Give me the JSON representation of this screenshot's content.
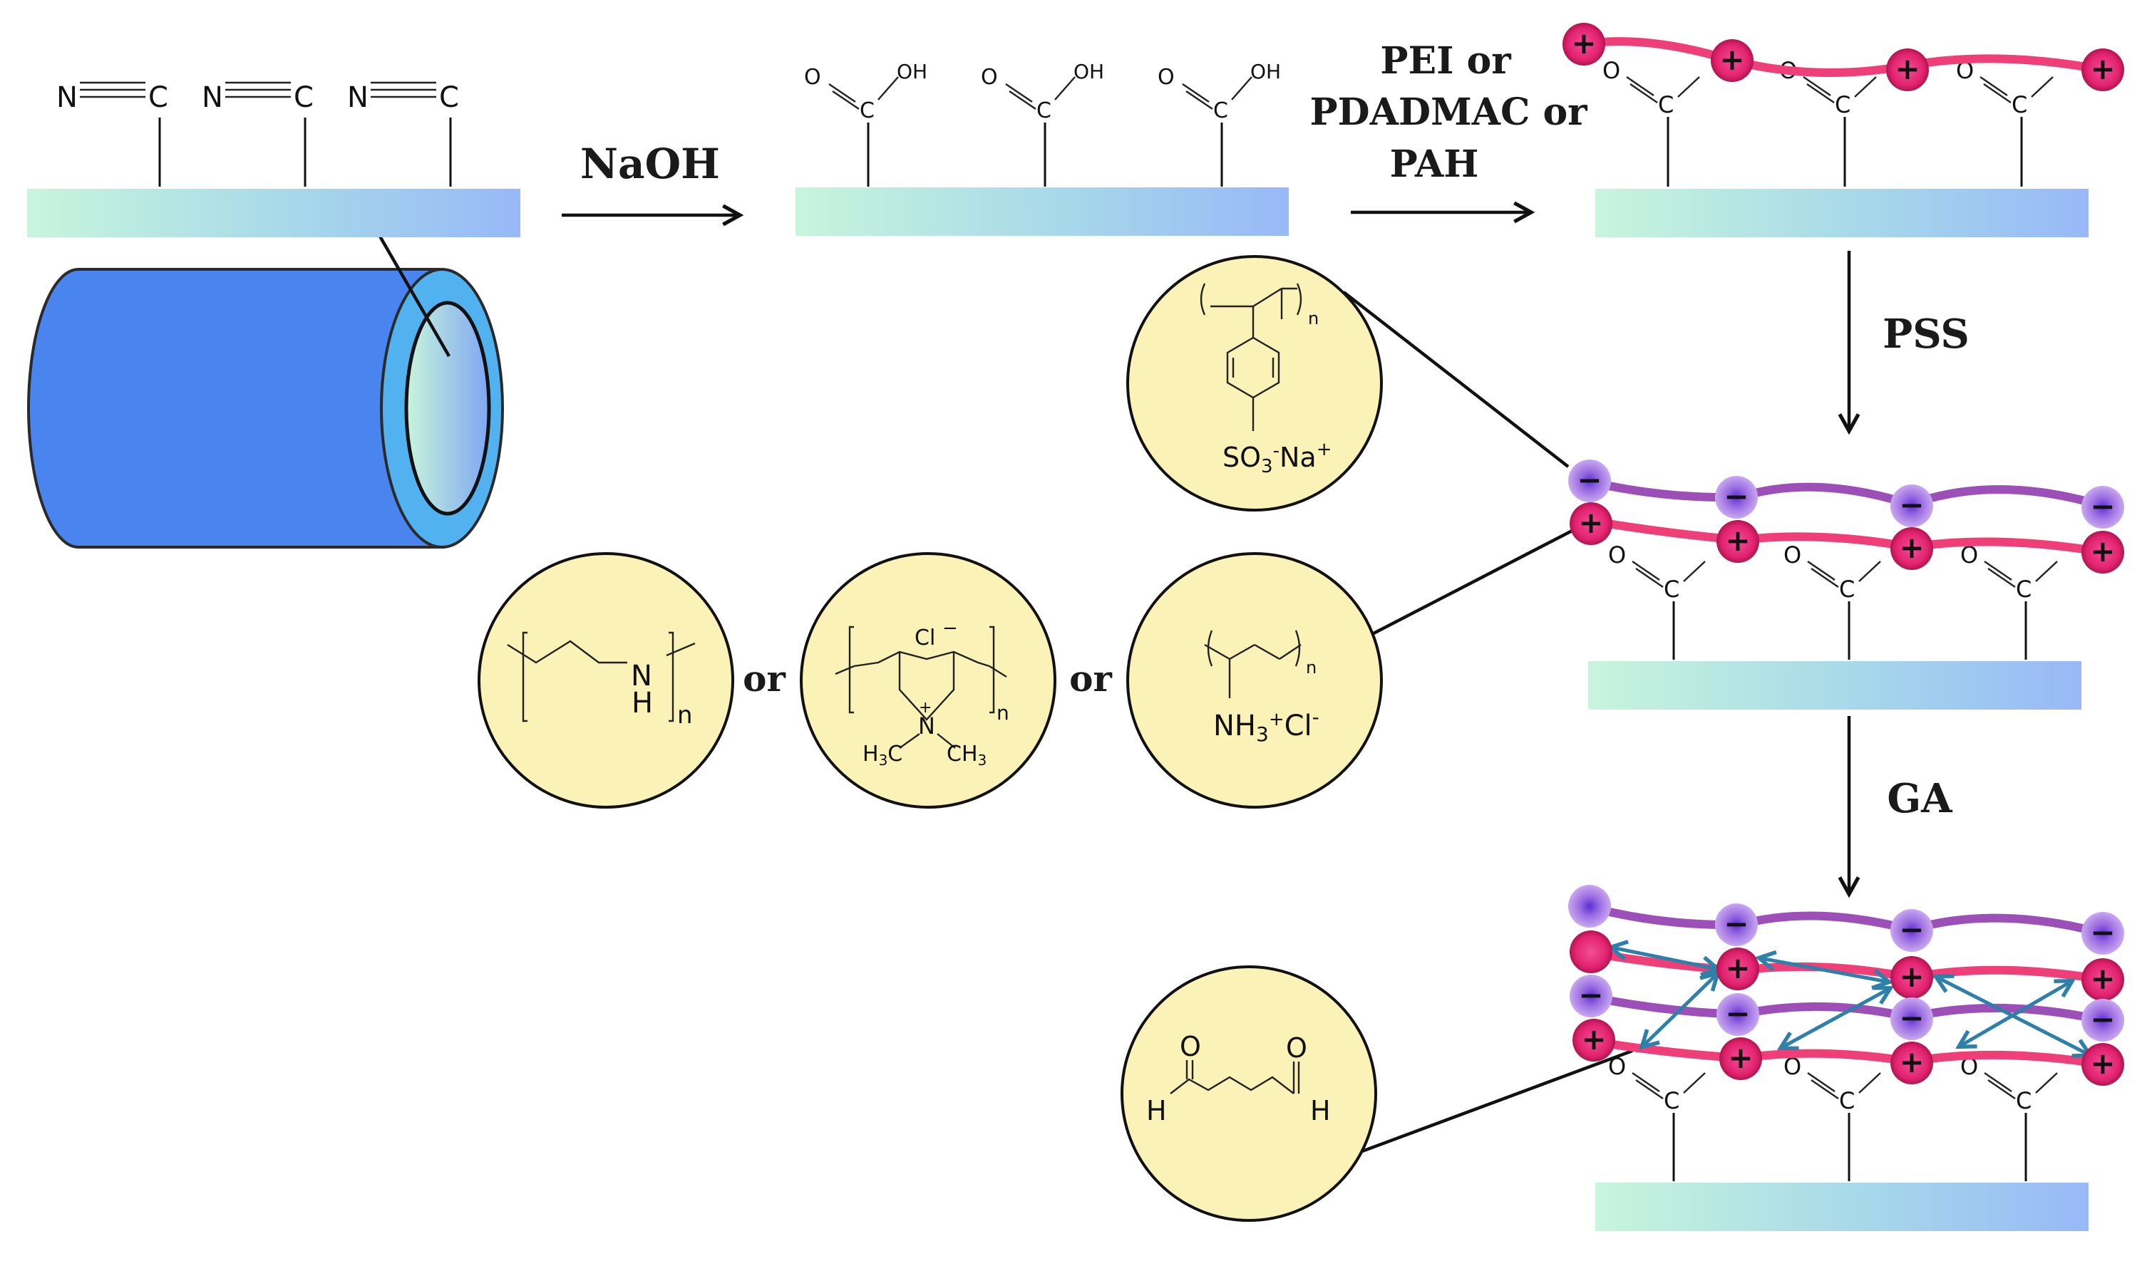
{
  "steps": {
    "naoh": "NaOH",
    "pe_line1": "PEI or",
    "pe_line2": "PDADMAC or",
    "pe_line3": "PAH",
    "pss": "PSS",
    "ga": "GA"
  },
  "separators": {
    "or1": "or",
    "or2": "or"
  },
  "nitrile": {
    "n": "N",
    "c": "C"
  },
  "acid": {
    "o": "O",
    "c": "C",
    "oh": "OH"
  },
  "pss_struct": {
    "n": "n",
    "so3": "SO",
    "sub3": "3",
    "sup_minus": "-",
    "na": "Na",
    "sup_plus": "+"
  },
  "pei_struct": {
    "nh_n": "N",
    "nh_h": "H",
    "n": "n"
  },
  "pdadmac_struct": {
    "cl": "Cl",
    "cl_charge": "−",
    "n_plus": "+",
    "n": "N",
    "h3c": "H",
    "h3c_sub": "3",
    "h3c_c": "C",
    "ch3": "CH",
    "ch3_sub": "3",
    "sub_n": "n"
  },
  "pah_struct": {
    "nh3": "NH",
    "nh3_sub": "3",
    "nh3_sup": "+",
    "cl": "Cl",
    "cl_sup": "-",
    "n": "n"
  },
  "ga_struct": {
    "o": "O",
    "h": "H"
  },
  "charges": {
    "plus": "+",
    "minus": "−"
  },
  "colors": {
    "tube": "#4a85ef",
    "tube_ring": "#52b2ef",
    "cationic_chain": "#ef3f79",
    "anionic_chain": "#9b4fb7",
    "cation_bead": "#e8247a",
    "anion_bead": "#a36ad6",
    "crosslink": "#2f80a8",
    "zoom_circle": "#fbf2b8",
    "membrane_start": "#c8f5dc",
    "membrane_end": "#98b8f7"
  }
}
